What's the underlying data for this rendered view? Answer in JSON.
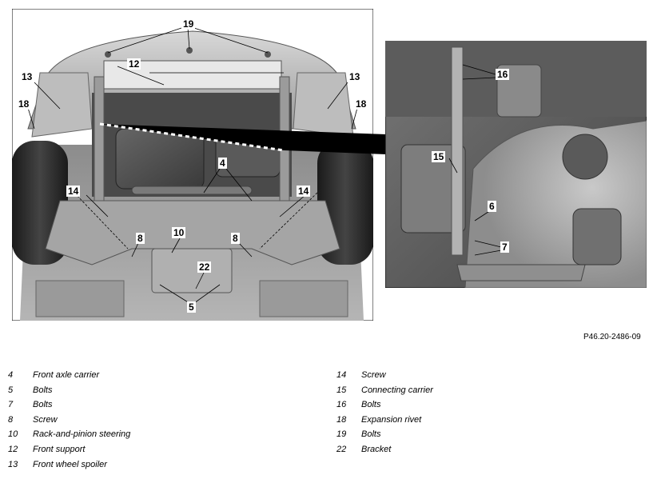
{
  "reference_code": "P46.20-2486-09",
  "callouts_main": {
    "c19": "19",
    "c12": "12",
    "c13l": "13",
    "c13r": "13",
    "c18l": "18",
    "c18r": "18",
    "c4": "4",
    "c14l": "14",
    "c14r": "14",
    "c8l": "8",
    "c8r": "8",
    "c10": "10",
    "c22": "22",
    "c5": "5"
  },
  "callouts_inset": {
    "c16": "16",
    "c15": "15",
    "c6": "6",
    "c7": "7"
  },
  "legend_left": [
    {
      "num": "4",
      "text": "Front axle carrier"
    },
    {
      "num": "5",
      "text": "Bolts"
    },
    {
      "num": "7",
      "text": "Bolts"
    },
    {
      "num": "8",
      "text": "Screw"
    },
    {
      "num": "10",
      "text": "Rack-and-pinion steering"
    },
    {
      "num": "12",
      "text": "Front support"
    },
    {
      "num": "13",
      "text": "Front wheel spoiler"
    }
  ],
  "legend_right": [
    {
      "num": "14",
      "text": "Screw"
    },
    {
      "num": "15",
      "text": "Connecting carrier"
    },
    {
      "num": "16",
      "text": "Bolts"
    },
    {
      "num": "18",
      "text": "Expansion rivet"
    },
    {
      "num": "19",
      "text": "Bolts"
    },
    {
      "num": "22",
      "text": "Bracket"
    }
  ]
}
